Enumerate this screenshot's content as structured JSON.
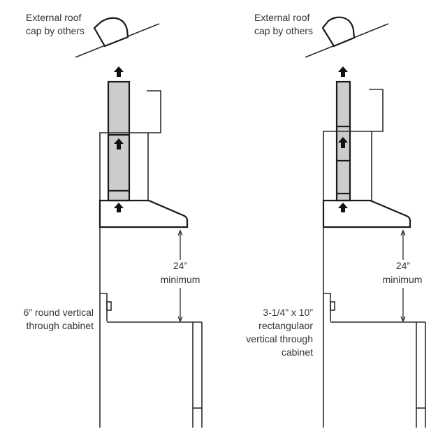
{
  "diagrams": [
    {
      "id": "left",
      "roof_cap_label": "External roof\ncap by others",
      "clearance_value": "24”",
      "clearance_unit": "minimum",
      "duct_label": "6” round vertical\nthrough cabinet"
    },
    {
      "id": "right",
      "roof_cap_label": "External roof\ncap by others",
      "clearance_value": "24”",
      "clearance_unit": "minimum",
      "duct_label": "3-1/4” x 10”\nrectangulaor\nvertical through\ncabinet"
    }
  ],
  "colors": {
    "duct_fill": "#cccccc",
    "line": "#1a1a1a",
    "text": "#333333",
    "background": "#ffffff"
  },
  "icons": [
    "up-arrow-icon",
    "outlet-icon"
  ]
}
